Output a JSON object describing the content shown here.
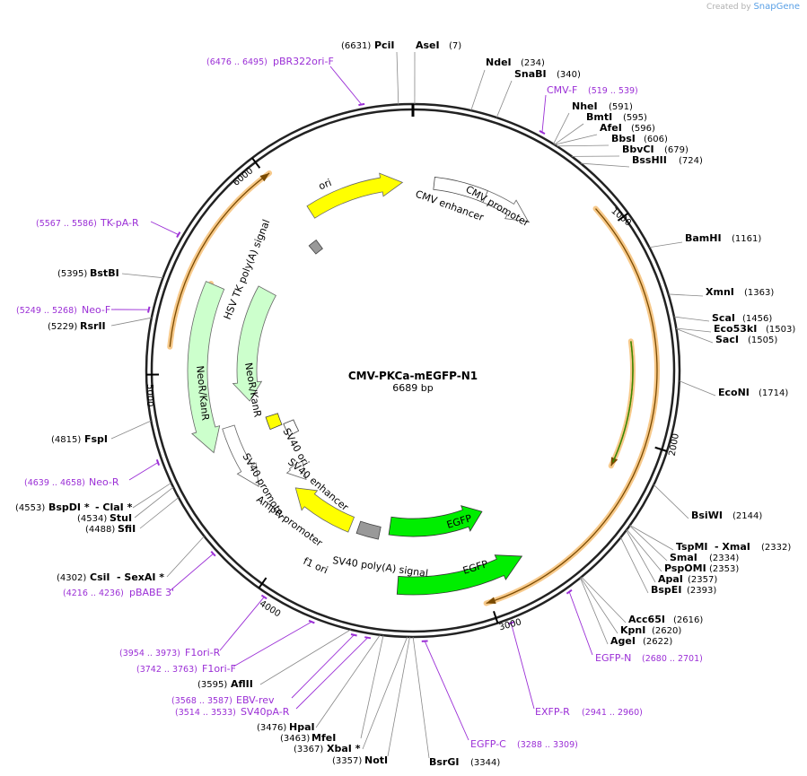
{
  "credit": {
    "prefix": "Created by",
    "brand": "SnapGene"
  },
  "title": "CMV-PKCa-mEGFP-N1",
  "size": "6689 bp",
  "ticks": [
    "1000",
    "2000",
    "3000",
    "4000",
    "5000",
    "6000"
  ],
  "sites": [
    {
      "name": "PciI",
      "pos": "(6631)"
    },
    {
      "name": "AseI",
      "pos": "(7)"
    },
    {
      "name": "NdeI",
      "pos": "(234)"
    },
    {
      "name": "SnaBI",
      "pos": "(340)"
    },
    {
      "name": "NheI",
      "pos": "(591)"
    },
    {
      "name": "BmtI",
      "pos": "(595)"
    },
    {
      "name": "AfeI",
      "pos": "(596)"
    },
    {
      "name": "BbsI",
      "pos": "(606)"
    },
    {
      "name": "BbvCI",
      "pos": "(679)"
    },
    {
      "name": "BssHII",
      "pos": "(724)"
    },
    {
      "name": "BamHI",
      "pos": "(1161)"
    },
    {
      "name": "XmnI",
      "pos": "(1363)"
    },
    {
      "name": "ScaI",
      "pos": "(1456)"
    },
    {
      "name": "Eco53kI",
      "pos": "(1503)"
    },
    {
      "name": "SacI",
      "pos": "(1505)"
    },
    {
      "name": "EcoNI",
      "pos": "(1714)"
    },
    {
      "name": "BsiWI",
      "pos": "(2144)"
    },
    {
      "name": "TspMI",
      "name2": "- XmaI",
      "pos": "(2332)"
    },
    {
      "name": "SmaI",
      "pos": "(2334)"
    },
    {
      "name": "PspOMI",
      "pos": "(2353)"
    },
    {
      "name": "ApaI",
      "pos": "(2357)"
    },
    {
      "name": "BspEI",
      "pos": "(2393)"
    },
    {
      "name": "Acc65I",
      "pos": "(2616)"
    },
    {
      "name": "KpnI",
      "pos": "(2620)"
    },
    {
      "name": "AgeI",
      "pos": "(2622)"
    },
    {
      "name": "BsrGI",
      "pos": "(3344)"
    },
    {
      "name": "NotI",
      "pos": "(3357)"
    },
    {
      "name": "XbaI *",
      "pos": "(3367)"
    },
    {
      "name": "MfeI",
      "pos": "(3463)"
    },
    {
      "name": "HpaI",
      "pos": "(3476)"
    },
    {
      "name": "AflII",
      "pos": "(3595)"
    },
    {
      "name": "CsiI",
      "name2": "- SexAI *",
      "pos": "(4302)"
    },
    {
      "name": "SfiI",
      "pos": "(4488)"
    },
    {
      "name": "StuI",
      "pos": "(4534)"
    },
    {
      "name": "BspDI *",
      "name2": "- ClaI *",
      "pos": "(4553)"
    },
    {
      "name": "FspI",
      "pos": "(4815)"
    },
    {
      "name": "RsrII",
      "pos": "(5229)"
    },
    {
      "name": "BstBI",
      "pos": "(5395)"
    }
  ],
  "primers": [
    {
      "name": "pBR322ori-F",
      "range": "(6476 .. 6495)"
    },
    {
      "name": "CMV-F",
      "range": "(519 .. 539)"
    },
    {
      "name": "EGFP-N",
      "range": "(2680 .. 2701)"
    },
    {
      "name": "EXFP-R",
      "range": "(2941 .. 2960)"
    },
    {
      "name": "EGFP-C",
      "range": "(3288 .. 3309)"
    },
    {
      "name": "SV40pA-R",
      "range": "(3514 .. 3533)"
    },
    {
      "name": "EBV-rev",
      "range": "(3568 .. 3587)"
    },
    {
      "name": "F1ori-F",
      "range": "(3742 .. 3763)"
    },
    {
      "name": "F1ori-R",
      "range": "(3954 .. 3973)"
    },
    {
      "name": "pBABE 3'",
      "range": "(4216 .. 4236)"
    },
    {
      "name": "Neo-R",
      "range": "(4639 .. 4658)"
    },
    {
      "name": "Neo-F",
      "range": "(5249 .. 5268)"
    },
    {
      "name": "TK-pA-R",
      "range": "(5567 .. 5586)"
    }
  ],
  "features": {
    "ori": "ori",
    "cmv_enhancer": "CMV enhancer",
    "cmv_promoter": "CMV promoter",
    "hsv_tk_polya": "HSV TK poly(A) signal",
    "neo1": "NeoR/KanR",
    "neo2": "NeoR/KanR",
    "sv40_ori": "SV40 ori",
    "sv40_enhancer": "SV40 enhancer",
    "sv40_promoter": "SV40 promoter",
    "ampr_promoter": "AmpR promoter",
    "f1_ori": "f1 ori",
    "sv40_polya": "SV40 poly(A) signal",
    "egfp1": "EGFP",
    "egfp2": "EGFP"
  },
  "colors": {
    "backbone": "#222222",
    "primer": "#9b2fd6",
    "ori": "#ffff00",
    "egfp": "#00ee00",
    "neo": "#ccffcc",
    "orf_highlight": "#f7c98a",
    "orf_line": "#7a4a00",
    "gray": "#999999"
  }
}
